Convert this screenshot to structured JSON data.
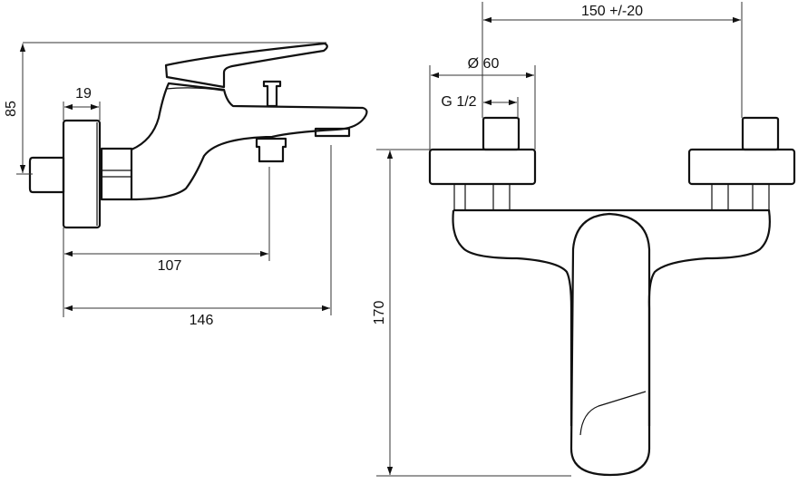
{
  "side_view": {
    "dimensions": {
      "height": "85",
      "escutcheon_depth": "19",
      "outlet_distance": "107",
      "total_length": "146"
    }
  },
  "front_view": {
    "dimensions": {
      "center_distance": "150 +/-20",
      "escutcheon_diameter": "Ø 60",
      "thread": "G 1/2",
      "height": "170"
    }
  }
}
